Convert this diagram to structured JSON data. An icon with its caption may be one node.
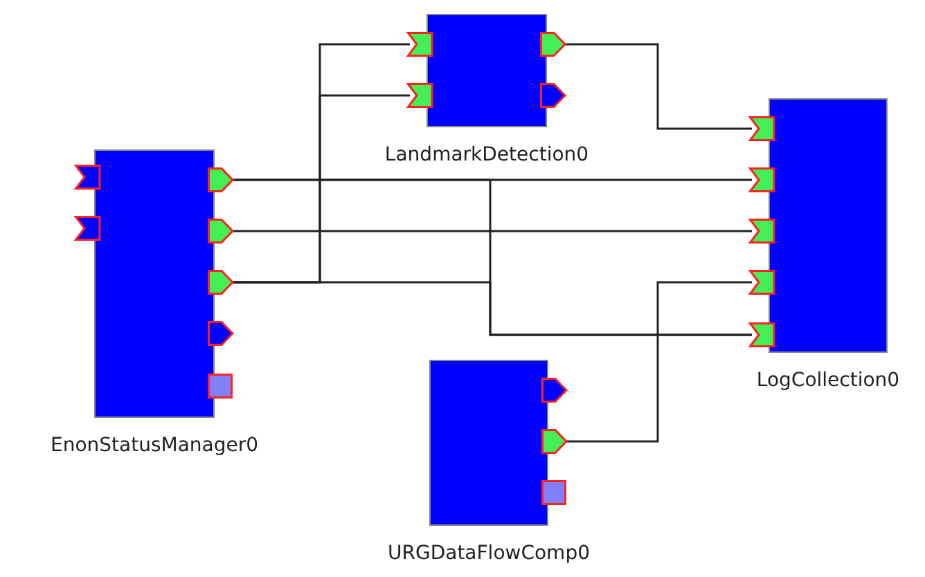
{
  "diagram": {
    "nodes": [
      {
        "text": [
          "LandmarkDetection0"
        ]
      },
      {
        "text": [],
        "shape": "flag"
      },
      {
        "text": [],
        "shape": "flag"
      },
      {
        "text": [],
        "shape": "pentagon"
      },
      {
        "text": [],
        "shape": "pentagon"
      },
      {
        "text": [
          "EnonStatusManager0"
        ]
      },
      {
        "text": [],
        "shape": "flag"
      },
      {
        "text": [],
        "shape": "flag"
      },
      {
        "text": [],
        "shape": "pentagon"
      },
      {
        "text": [],
        "shape": "pentagon"
      },
      {
        "text": [],
        "shape": "pentagon"
      },
      {
        "text": [],
        "shape": "pentagon"
      },
      {
        "text": [],
        "shape": "box"
      },
      {
        "text": [
          "LogCollection0"
        ]
      },
      {
        "text": [],
        "shape": "flag"
      },
      {
        "text": [],
        "shape": "flag"
      },
      {
        "text": [],
        "shape": "flag"
      },
      {
        "text": [],
        "shape": "flag"
      },
      {
        "text": [],
        "shape": "flag"
      },
      {
        "text": [
          "URGDataFlowComp0"
        ]
      },
      {
        "text": [],
        "shape": "pentagon"
      },
      {
        "text": [],
        "shape": "pentagon"
      },
      {
        "text": [],
        "shape": "box"
      }
    ],
    "edges": [
      {
        "from": 8,
        "to": 15,
        "arrow": "none"
      },
      {
        "from": 9,
        "to": 16,
        "arrow": "none"
      },
      {
        "from": 10,
        "to": 1,
        "arrow": "none"
      },
      {
        "from": 10,
        "to": 2,
        "arrow": "none"
      },
      {
        "from": 8,
        "to": 18,
        "arrow": "none"
      },
      {
        "from": 10,
        "to": 18,
        "arrow": "none"
      },
      {
        "from": 3,
        "to": 14,
        "arrow": "none"
      },
      {
        "from": 21,
        "to": 17,
        "arrow": "none"
      }
    ]
  }
}
